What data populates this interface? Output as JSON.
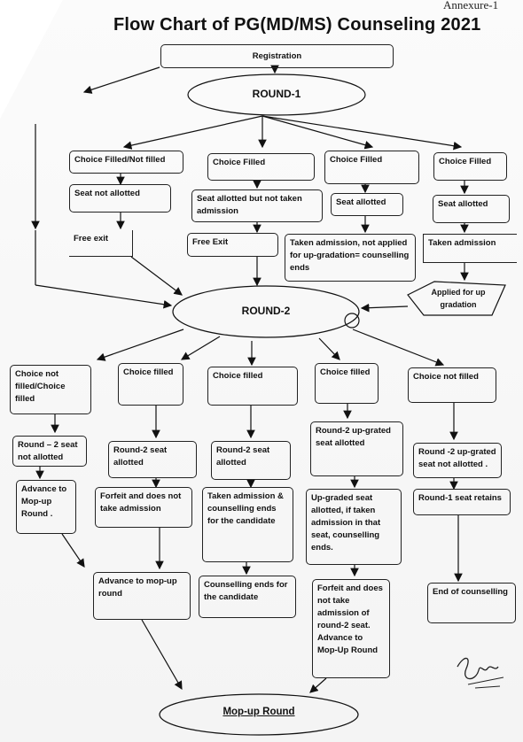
{
  "annexure": "Annexure-1",
  "title": "Flow Chart of PG(MD/MS) Counseling 2021",
  "registration": "Registration",
  "round1": {
    "label": "ROUND-1",
    "col1": {
      "choice": "Choice Filled/Not filled",
      "status": "Seat not allotted",
      "outcome": "Free exit"
    },
    "col2": {
      "choice": "Choice Filled",
      "status": "Seat allotted but not taken admission",
      "outcome": "Free Exit"
    },
    "col3": {
      "choice": "Choice Filled",
      "status": "Seat allotted",
      "outcome": "Taken admission, not applied for up-gradation= counselling ends"
    },
    "col4": {
      "choice": "Choice Filled",
      "status": "Seat allotted",
      "outcome": "Taken admission",
      "applied": "Applied for up gradation"
    }
  },
  "round2": {
    "label": "ROUND-2",
    "col1": {
      "choice": "Choice not filled/Choice filled",
      "status": "Round – 2 seat not allotted",
      "next": "Advance to Mop-up Round ."
    },
    "col2": {
      "choice": "Choice filled",
      "status": "Round-2 seat allotted",
      "next": "Forfeit and does not take admission",
      "final": "Advance to mop-up round"
    },
    "col3": {
      "choice": "Choice filled",
      "status": "Round-2 seat allotted",
      "next": "Taken admission & counselling ends for the candidate",
      "final": "Counselling ends for the candidate"
    },
    "col4": {
      "choice": "Choice filled",
      "status": "Round-2 up-grated seat allotted",
      "next": "Up-graded seat allotted, if taken admission in that seat, counselling ends.",
      "final": "Forfeit and does not take admission of round-2 seat. Advance to Mop-Up Round"
    },
    "col5": {
      "choice": "Choice not filled",
      "status": "Round -2 up-grated seat not allotted .",
      "next": "Round-1 seat retains",
      "final": "End of counselling"
    }
  },
  "mopup": "Mop-up Round"
}
